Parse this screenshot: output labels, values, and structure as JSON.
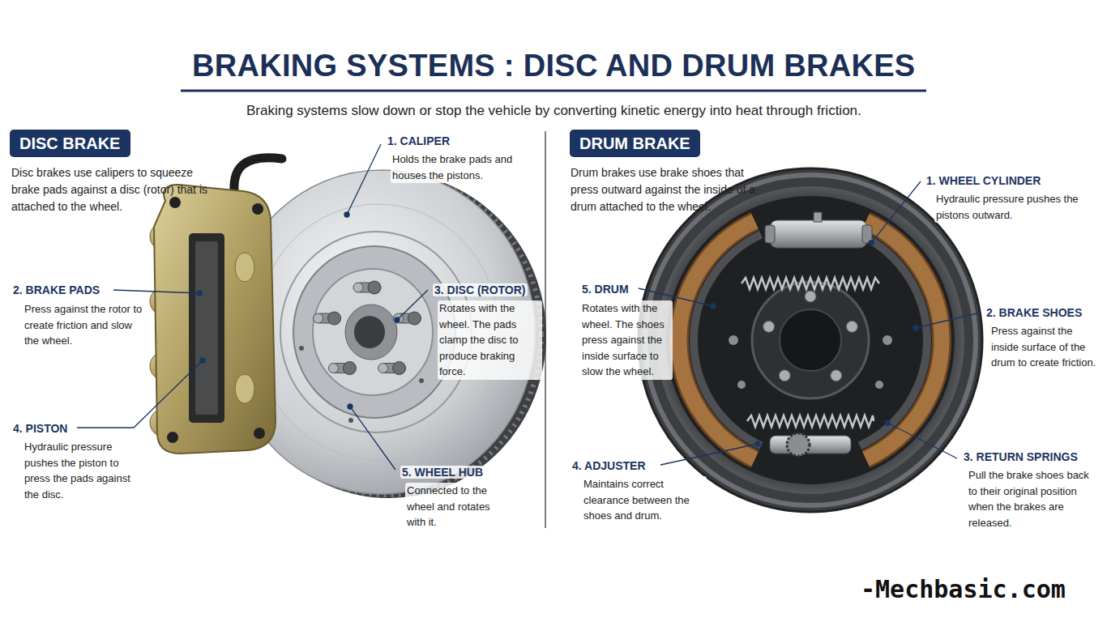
{
  "diagram": {
    "title": "BRAKING SYSTEMS : DISC AND DRUM BRAKES",
    "caption": "Braking systems slow down or stop the vehicle by converting kinetic energy into heat through friction.",
    "nodes": [
      {
        "text": [
          "DISC BRAKE"
        ]
      },
      {
        "text": [
          "DRUM BRAKE"
        ]
      }
    ],
    "labels": [
      "Disc brakes use calipers to squeeze brake pads against a disc (rotor) that is attached to the wheel.",
      "1. CALIPER",
      "Holds the brake pads and houses the pistons.",
      "2. BRAKE PADS",
      "Press against the rotor to create friction and slow the wheel.",
      "3. DISC (ROTOR)",
      "Rotates with the wheel. The pads clamp the disc to produce braking force.",
      "4. PISTON",
      "Hydraulic pressure pushes the piston to press the pads against the disc.",
      "5. WHEEL HUB",
      "Connected to the wheel and rotates with it.",
      "Drum brakes use brake shoes that press outward against the inside of a drum attached to the wheel.",
      "1. WHEEL CYLINDER",
      "Hydraulic pressure pushes the pistons outward.",
      "2. BRAKE SHOES",
      "Press against the inside surface of the drum to create friction.",
      "3. RETURN SPRINGS",
      "Pull the brake shoes back to their original position when the brakes are released.",
      "4. ADJUSTER",
      "Maintains correct clearance between the shoes and drum.",
      "5. DRUM",
      "Rotates with the wheel. The shoes press against the inside surface to slow the wheel.",
      "-Mechbasic.com"
    ]
  }
}
